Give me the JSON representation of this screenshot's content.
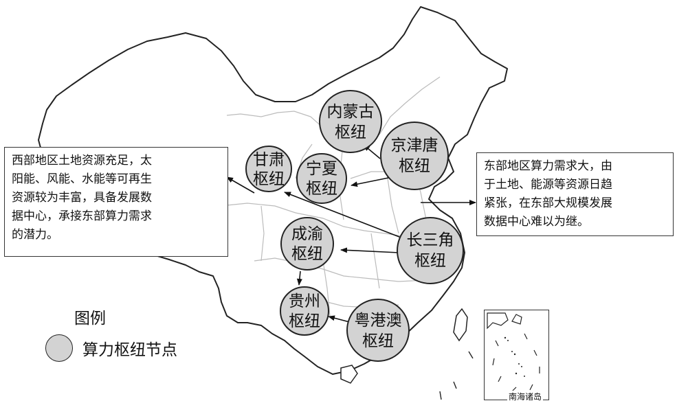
{
  "hubs": [
    {
      "id": "inner-mongolia",
      "line1": "内蒙古",
      "line2": "枢纽"
    },
    {
      "id": "jing-jin-tang",
      "line1": "京津唐",
      "line2": "枢纽"
    },
    {
      "id": "gansu",
      "line1": "甘肃",
      "line2": "枢纽"
    },
    {
      "id": "ningxia",
      "line1": "宁夏",
      "line2": "枢纽"
    },
    {
      "id": "chengyu",
      "line1": "成渝",
      "line2": "枢纽"
    },
    {
      "id": "yangtze-delta",
      "line1": "长三角",
      "line2": "枢纽"
    },
    {
      "id": "guizhou",
      "line1": "贵州",
      "line2": "枢纽"
    },
    {
      "id": "gba",
      "line1": "粤港澳",
      "line2": "枢纽"
    }
  ],
  "callouts": {
    "west": {
      "lines": [
        "西部地区土地资源充足，太",
        "阳能、风能、水能等可再生",
        "资源较为丰富，具备发展数",
        "据中心，承接东部算力需求",
        "的潜力。"
      ]
    },
    "east": {
      "lines": [
        "东部地区算力需求大，由",
        "于土地、能源等资源日趋",
        "紧张，在东部大规模发展",
        "数据中心难以为继。"
      ]
    }
  },
  "legend": {
    "title": "图例",
    "item": "算力枢纽节点"
  },
  "inset": {
    "label": "南海诸岛"
  },
  "colors": {
    "node_fill": "#d3d3d3",
    "outline": "#222222",
    "province_line": "#bbbbbb"
  }
}
